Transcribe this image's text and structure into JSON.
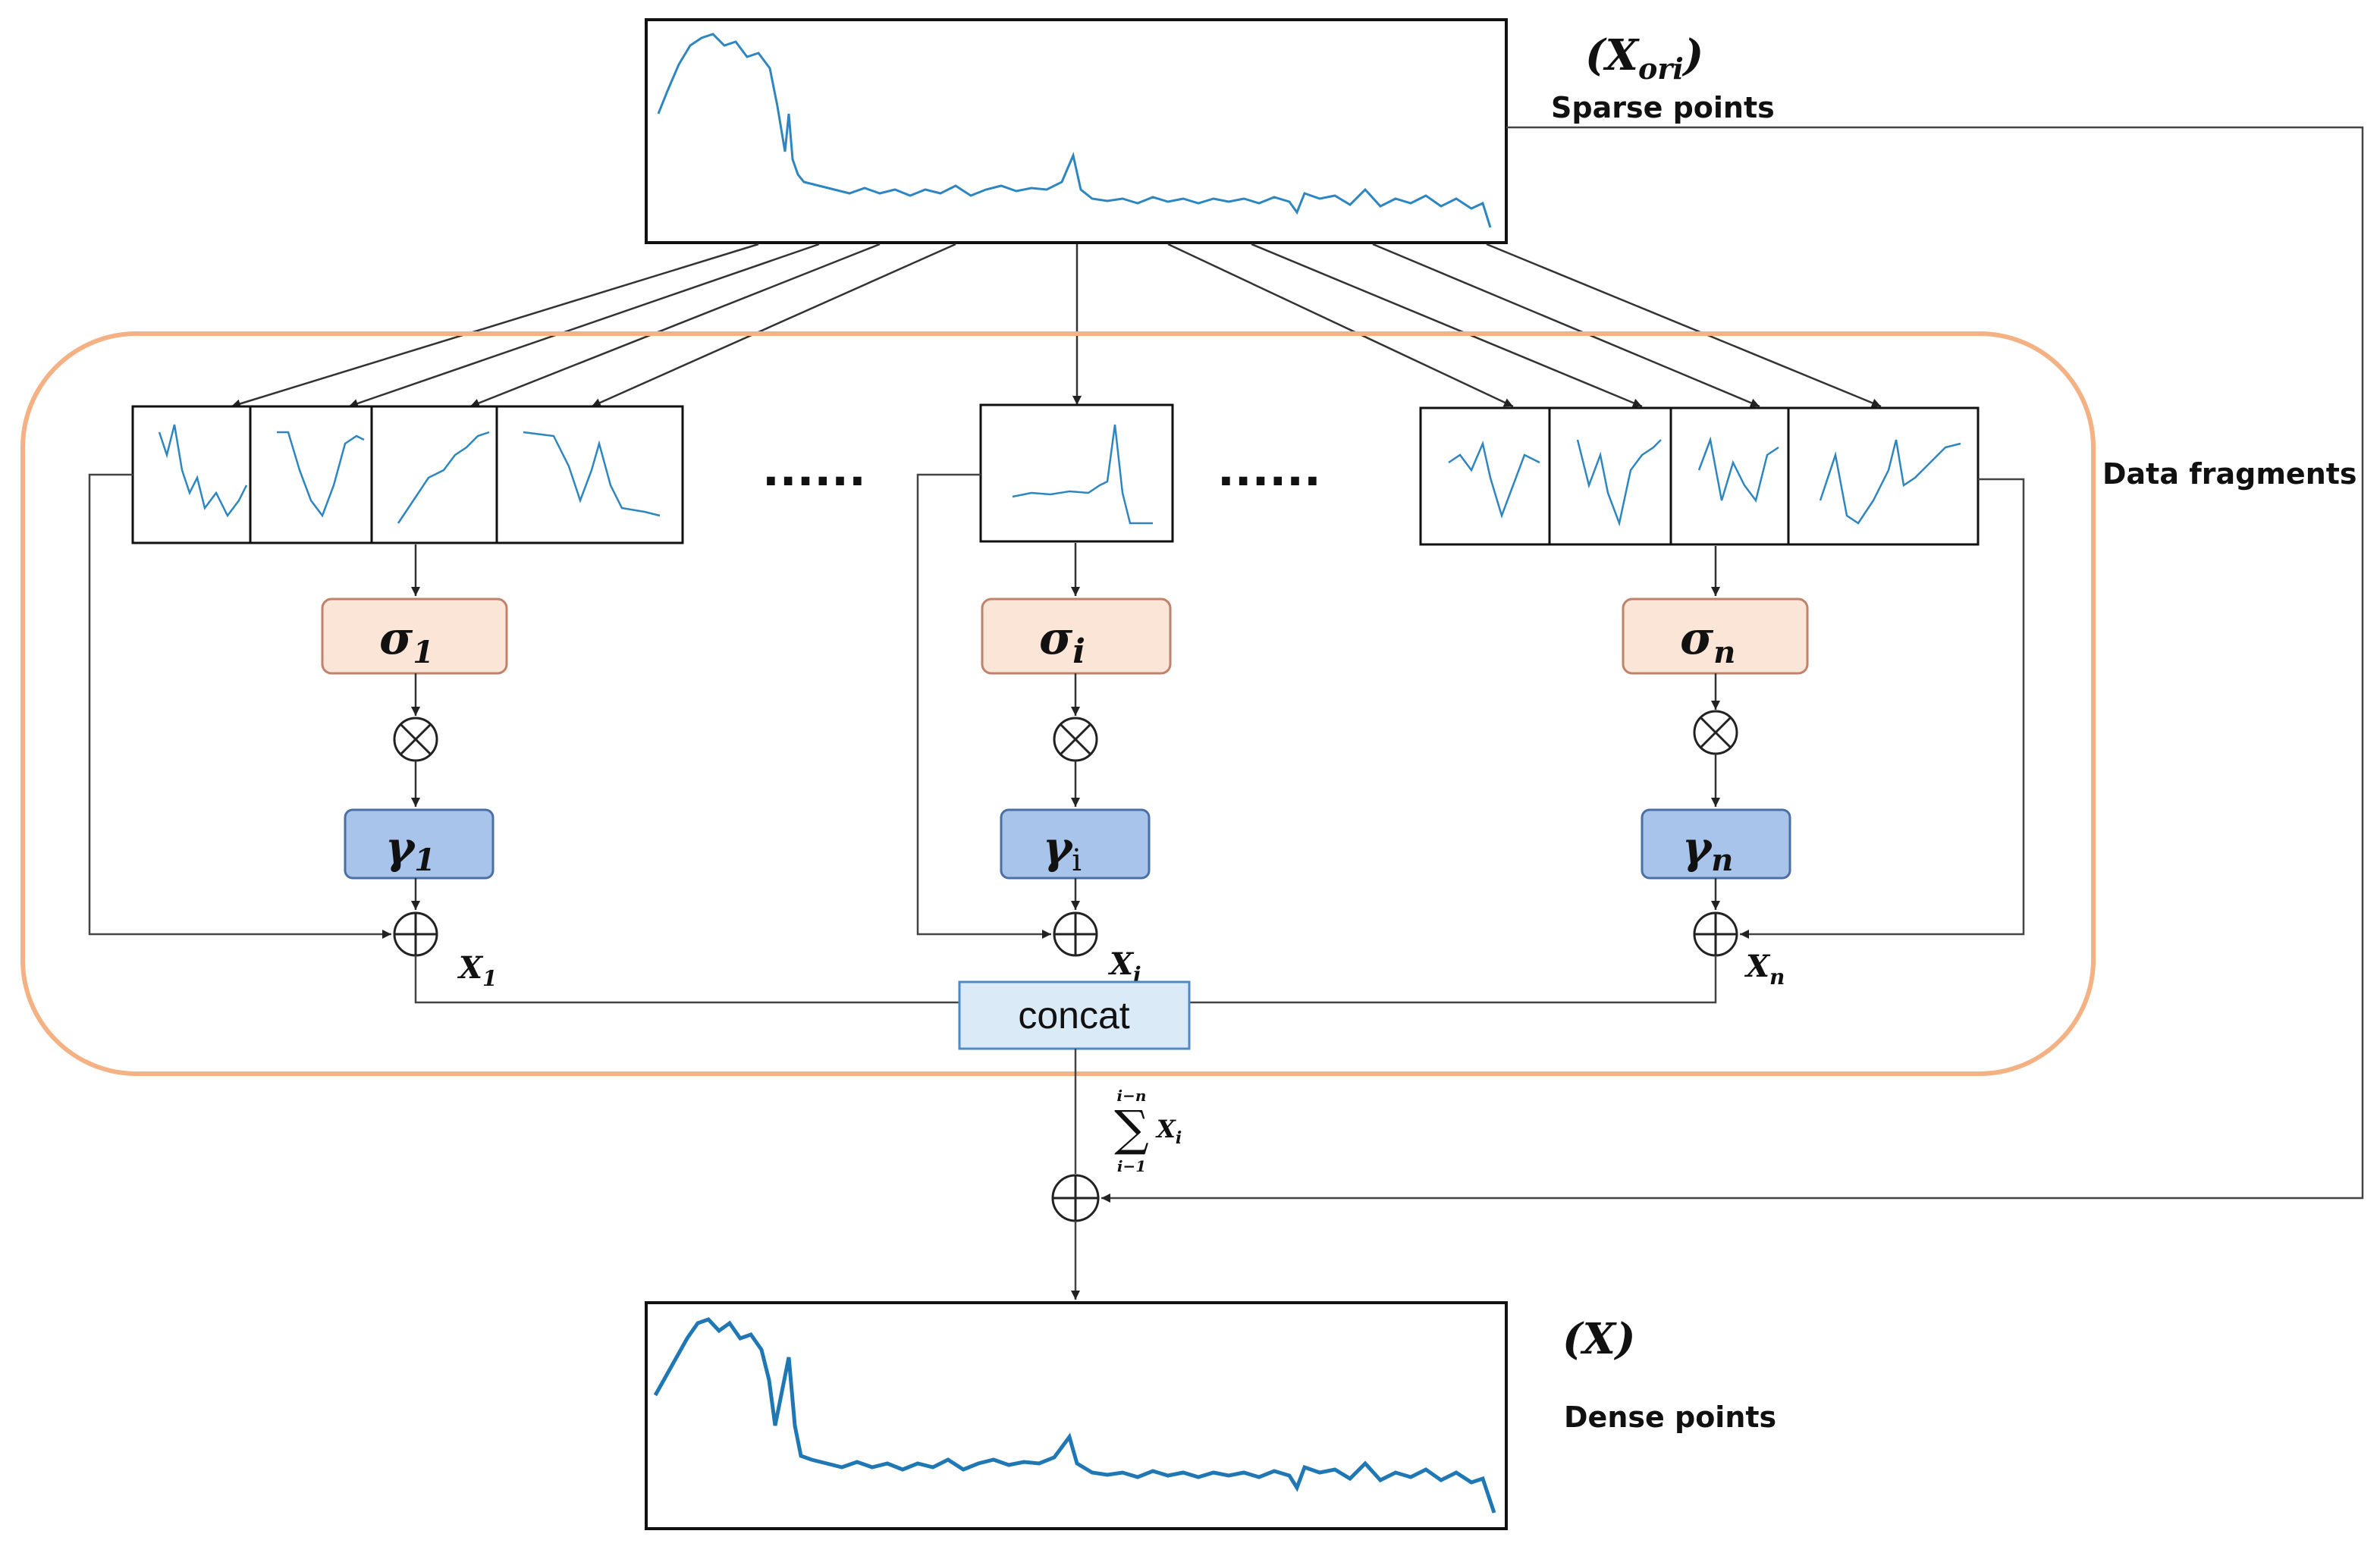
{
  "labels": {
    "x_ori": "(X",
    "x_ori_sub": "ori",
    "x_ori_close": ")",
    "sparse_points": "Sparse points",
    "data_fragments": "Data fragments",
    "x_dense": "(X)",
    "dense_points": "Dense points",
    "dots": "......",
    "concat": "concat",
    "sum_top": "i−n",
    "sum_symbol": "∑",
    "sum_bottom": "i−1",
    "sum_x": "X",
    "sum_x_sub": "i"
  },
  "branches": [
    {
      "sigma": "σ",
      "sigma_sub": "1",
      "gamma": "γ",
      "gamma_sub": "1",
      "output": "X",
      "output_sub": "1"
    },
    {
      "sigma": "σ",
      "sigma_sub": "i",
      "gamma": "γ",
      "gamma_sub": "i",
      "output": "X",
      "output_sub": "i"
    },
    {
      "sigma": "σ",
      "sigma_sub": "n",
      "gamma": "γ",
      "gamma_sub": "n",
      "output": "X",
      "output_sub": "n"
    }
  ],
  "operators": {
    "multiply": "⊗",
    "add": "⊕"
  },
  "colors": {
    "orange_border": "#F4B183",
    "sigma_fill": "#FBE5D6",
    "sigma_stroke": "#C0826A",
    "gamma_fill": "#A9C4EB",
    "gamma_stroke": "#4A6FA5",
    "concat_fill": "#DAEAF7",
    "concat_stroke": "#4E8BC5",
    "signal": "#2E86C1",
    "line": "#333333"
  }
}
